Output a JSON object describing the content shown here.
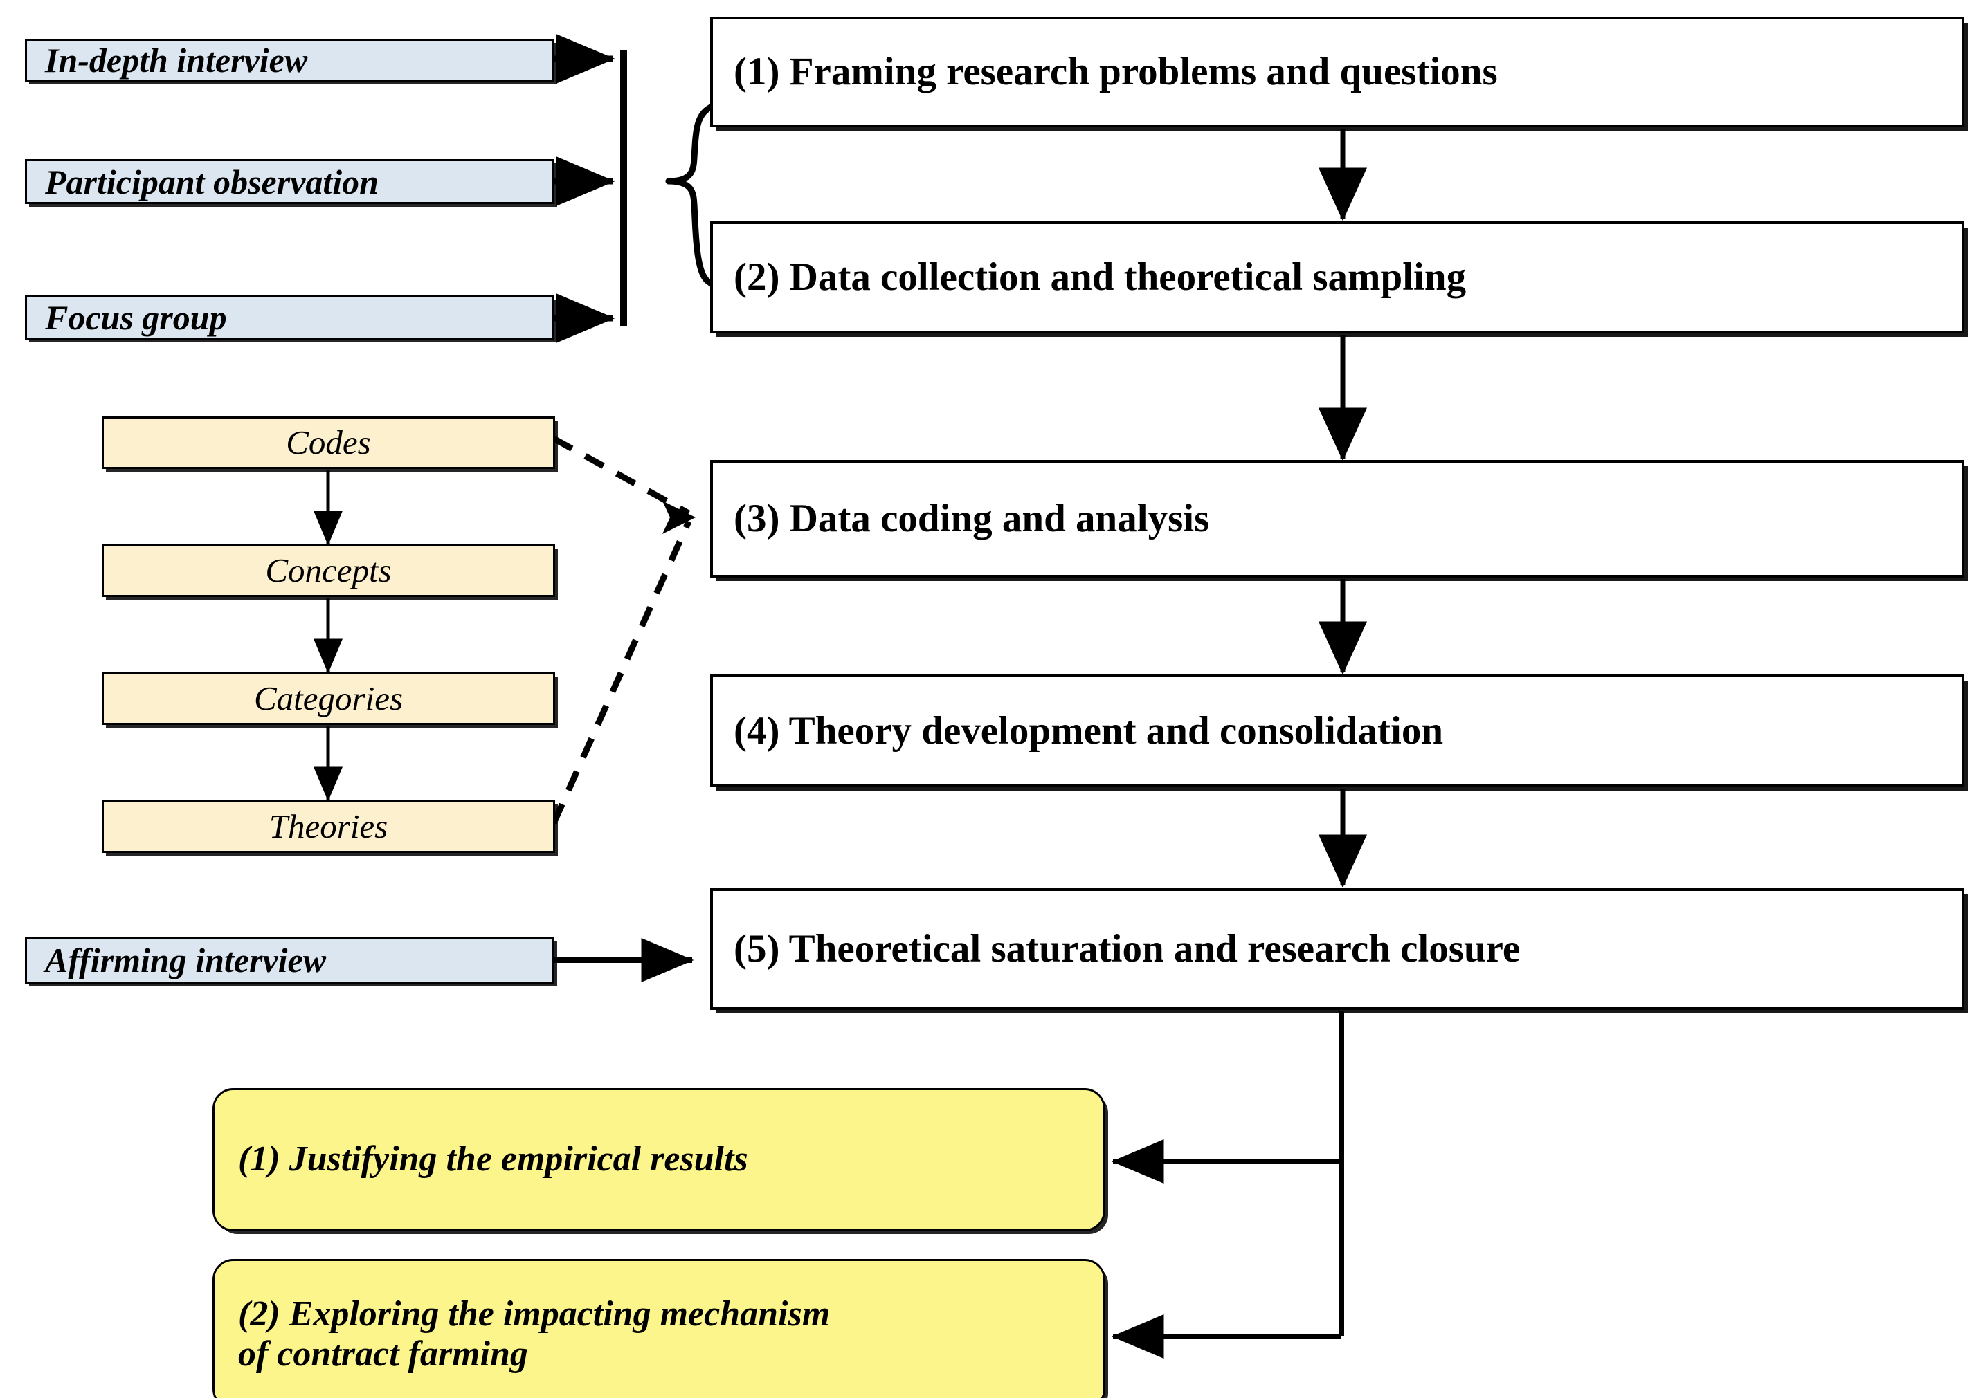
{
  "diagram": {
    "title": "Grounded theory research process flowchart",
    "colors": {
      "source_box_fill": "#dce6f1",
      "ladder_box_fill": "#fdf0ce",
      "stage_box_fill": "#ffffff",
      "outcome_box_fill": "#fbf58c",
      "stroke": "#000000"
    }
  },
  "sources": [
    {
      "label": "In-depth interview"
    },
    {
      "label": "Participant observation"
    },
    {
      "label": "Focus group"
    }
  ],
  "affirming": {
    "label": "Affirming interview"
  },
  "ladder": [
    {
      "label": "Codes"
    },
    {
      "label": "Concepts"
    },
    {
      "label": "Categories"
    },
    {
      "label": "Theories"
    }
  ],
  "stages": [
    {
      "label": "(1) Framing research problems and questions"
    },
    {
      "label": "(2) Data collection and theoretical sampling"
    },
    {
      "label": "(3) Data coding and analysis"
    },
    {
      "label": "(4) Theory development and consolidation"
    },
    {
      "label": "(5) Theoretical saturation and research closure"
    }
  ],
  "outcomes": [
    {
      "label": "(1) Justifying the empirical results",
      "line1": "(1) Justifying the empirical results",
      "line2": ""
    },
    {
      "label": "(2) Exploring the impacting mechanism of contract farming",
      "line1": "(2) Exploring the impacting mechanism",
      "line2": "of contract farming"
    }
  ]
}
